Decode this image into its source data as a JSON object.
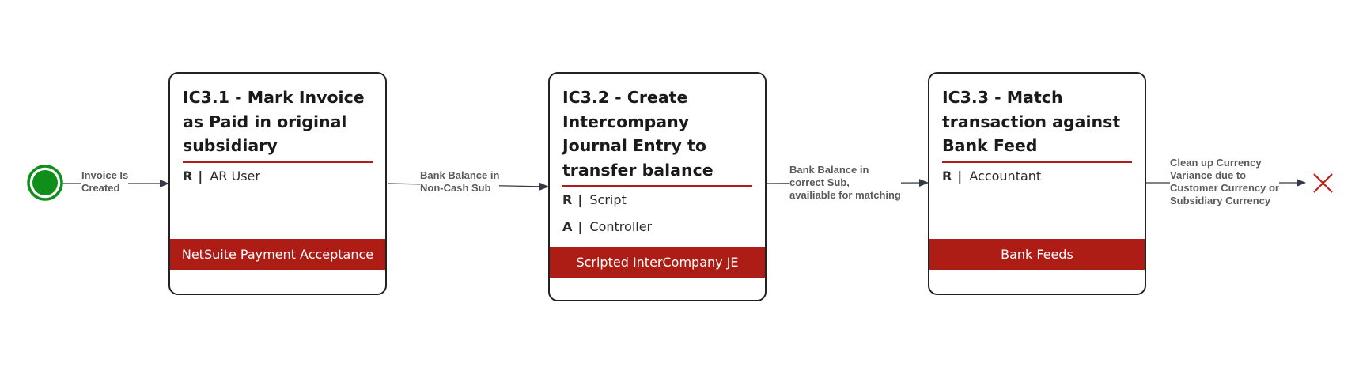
{
  "colors": {
    "start_event": "#0f8f1a",
    "end_event": "#c0201a",
    "accent": "#b01c1c",
    "system_bar": "#ad1c15",
    "connector": "#333a44"
  },
  "start_event": {
    "icon": "start-event-circle-icon"
  },
  "end_event": {
    "icon": "end-event-x-icon"
  },
  "connectors": [
    {
      "label": "Invoice Is\nCreated"
    },
    {
      "label": "Bank Balance in\nNon-Cash Sub"
    },
    {
      "label": "Bank Balance in\ncorrect Sub,\navailiable for matching"
    },
    {
      "label": "Clean up Currency\nVariance due to\nCustomer Currency or\nSubsidiary Currency"
    }
  ],
  "steps": [
    {
      "title": "IC3.1 - Mark Invoice as Paid in original subsidiary",
      "roles": [
        {
          "code": "R",
          "sep": "|",
          "name": "AR User"
        }
      ],
      "system": "NetSuite Payment Acceptance"
    },
    {
      "title": "IC3.2 - Create Intercompany Journal Entry to transfer balance",
      "roles": [
        {
          "code": "R",
          "sep": "|",
          "name": "Script"
        },
        {
          "code": "A",
          "sep": "|",
          "name": "Controller"
        }
      ],
      "system": "Scripted InterCompany JE"
    },
    {
      "title": "IC3.3 - Match transaction against Bank Feed",
      "roles": [
        {
          "code": "R",
          "sep": "|",
          "name": "Accountant"
        }
      ],
      "system": "Bank Feeds"
    }
  ]
}
